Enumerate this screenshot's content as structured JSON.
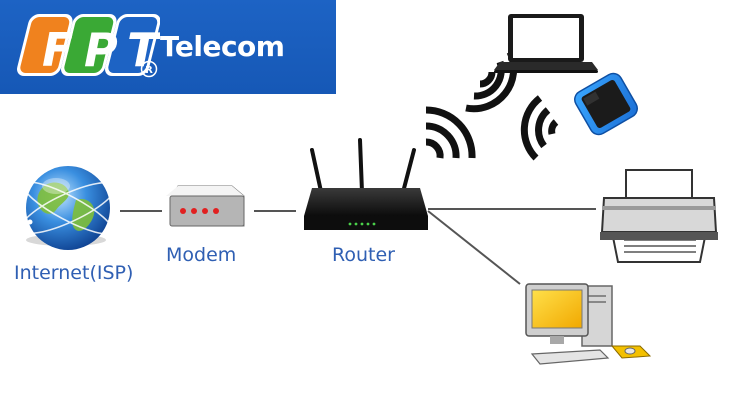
{
  "logo": {
    "brand": "FPT",
    "letters": [
      "F",
      "P",
      "T"
    ],
    "registered": "®",
    "subtitle": "Telecom",
    "banner_color": "#1d63c4",
    "tile_colors": [
      "#f0821e",
      "#3aa935",
      "#1d63c4"
    ]
  },
  "nodes": {
    "internet": {
      "label": "Internet(ISP)",
      "icon": "globe-icon"
    },
    "modem": {
      "label": "Modem",
      "icon": "modem-icon"
    },
    "router": {
      "label": "Router",
      "icon": "router-icon"
    },
    "laptop": {
      "icon": "laptop-icon"
    },
    "phone": {
      "icon": "smartphone-icon"
    },
    "printer": {
      "icon": "printer-icon"
    },
    "desktop": {
      "icon": "desktop-computer-icon"
    }
  },
  "colors": {
    "label": "#2f5fb3",
    "connector": "#555555",
    "wifi": "#111111"
  }
}
